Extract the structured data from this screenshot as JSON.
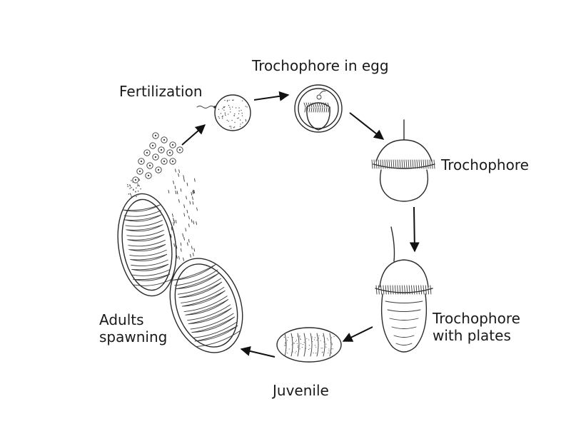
{
  "stages": {
    "fertilization": "Fertilization",
    "trochophore_in_egg": "Trochophore in egg",
    "trochophore": "Trochophore",
    "trochophore_with_plates_line1": "Trochophore",
    "trochophore_with_plates_line2": "with plates",
    "juvenile": "Juvenile",
    "adults_spawning_line1": "Adults",
    "adults_spawning_line2": "spawning"
  },
  "icons": [
    "egg-icon",
    "trochophore-in-egg-icon",
    "trochophore-icon",
    "trochophore-with-plates-icon",
    "juvenile-icon",
    "adult-chiton-icon",
    "eggs-icon",
    "sperm-icon"
  ],
  "colors": {
    "ink": "#2a2a2a",
    "arrow": "#111111",
    "background": "#ffffff"
  }
}
